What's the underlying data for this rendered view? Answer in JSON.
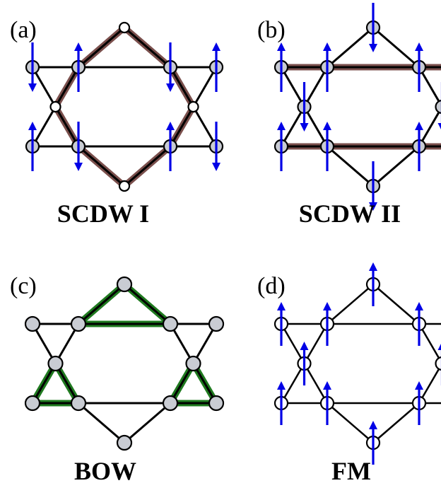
{
  "colors": {
    "bond": "#000000",
    "site_fill": "#c9ccd3",
    "vacant_fill": "#ffffff",
    "scdw_bond": "#7a4f4c",
    "bow_bond": "#1f7a1f",
    "spin": "#0000e6"
  },
  "panels": [
    {
      "id": "a",
      "label": "(a)",
      "title": "SCDW I"
    },
    {
      "id": "b",
      "label": "(b)",
      "title": "SCDW II"
    },
    {
      "id": "c",
      "label": "(c)",
      "title": "BOW"
    },
    {
      "id": "d",
      "label": "(d)",
      "title": "FM"
    }
  ]
}
